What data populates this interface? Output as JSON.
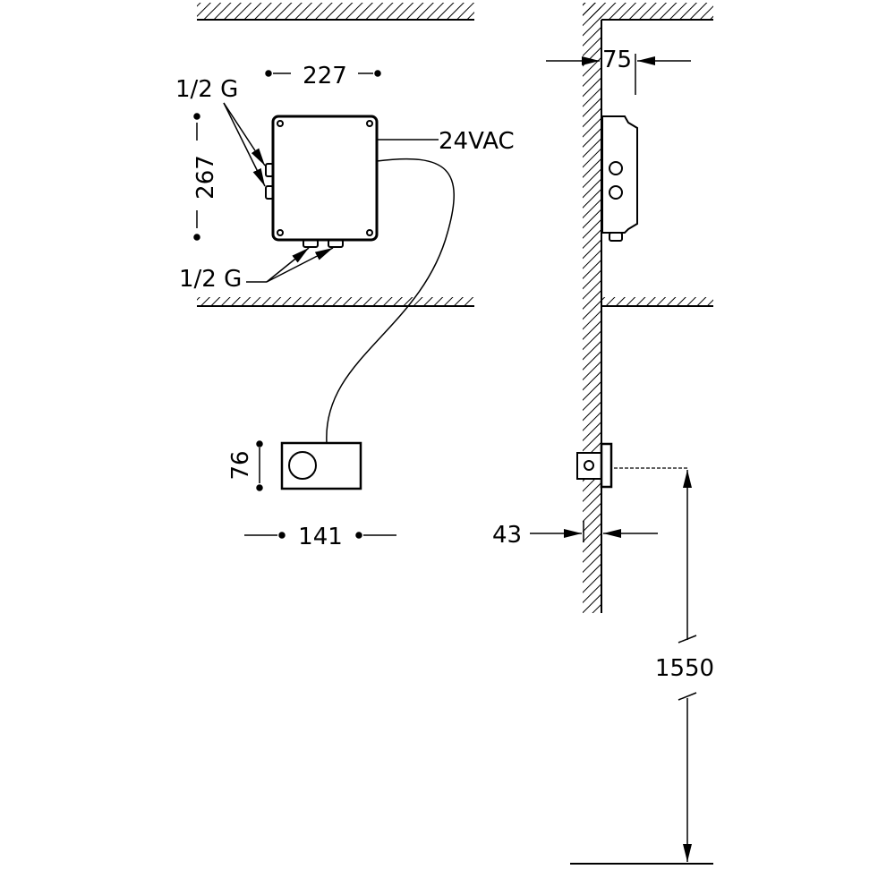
{
  "front_view": {
    "box_width": "227",
    "box_height": "267",
    "side_inlet_label": "1/2 G",
    "bottom_inlet_label": "1/2 G",
    "power_label": "24VAC",
    "sensor_height": "76",
    "sensor_width": "141"
  },
  "side_view": {
    "box_depth": "75",
    "sensor_depth": "43",
    "sensor_mount_height": "1550"
  },
  "colors": {
    "line": "#000000",
    "background": "#ffffff"
  }
}
